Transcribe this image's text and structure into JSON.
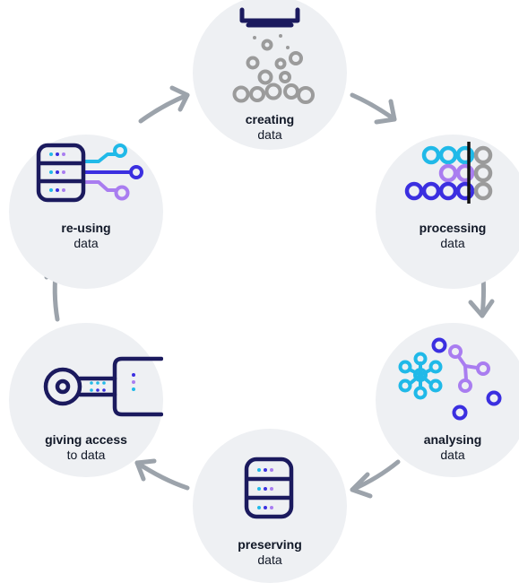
{
  "cycle": {
    "colors": {
      "circle_bg": "#eef0f3",
      "arrow": "#9ca3ab",
      "navy": "#1b1a5e",
      "cyan": "#20b9e8",
      "blue": "#3b2fe0",
      "purple": "#a97df0",
      "grey": "#9b9b9b"
    },
    "steps": [
      {
        "title": "creating",
        "subtitle": "data",
        "icon": "dripping-particles-icon"
      },
      {
        "title": "processing",
        "subtitle": "data",
        "icon": "sorting-circles-icon"
      },
      {
        "title": "analysing",
        "subtitle": "data",
        "icon": "network-graph-icon"
      },
      {
        "title": "preserving",
        "subtitle": "data",
        "icon": "database-server-icon"
      },
      {
        "title": "giving access",
        "subtitle": "to data",
        "icon": "key-in-lock-icon"
      },
      {
        "title": "re-using",
        "subtitle": "data",
        "icon": "server-connections-icon"
      }
    ]
  }
}
